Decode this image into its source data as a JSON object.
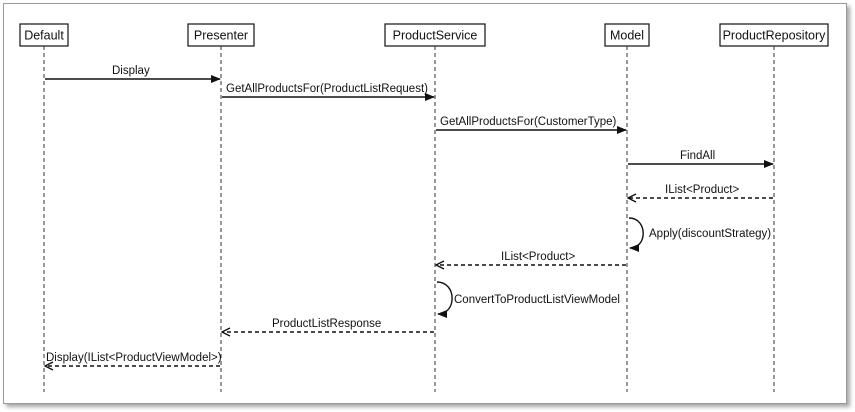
{
  "participants": [
    {
      "id": "default",
      "label": "Default"
    },
    {
      "id": "presenter",
      "label": "Presenter"
    },
    {
      "id": "productservice",
      "label": "ProductService"
    },
    {
      "id": "model",
      "label": "Model"
    },
    {
      "id": "productrepository",
      "label": "ProductRepository"
    }
  ],
  "messages": [
    {
      "id": "display",
      "label": "Display",
      "from": "default",
      "to": "presenter",
      "kind": "sync"
    },
    {
      "id": "getallproductsfor-request",
      "label": "GetAllProductsFor(ProductListRequest)",
      "from": "presenter",
      "to": "productservice",
      "kind": "sync"
    },
    {
      "id": "getallproductsfor-customertype",
      "label": "GetAllProductsFor(CustomerType)",
      "from": "productservice",
      "to": "model",
      "kind": "sync"
    },
    {
      "id": "findall",
      "label": "FindAll",
      "from": "model",
      "to": "productrepository",
      "kind": "sync"
    },
    {
      "id": "ilist-product-from-repository",
      "label": "IList<Product>",
      "from": "productrepository",
      "to": "model",
      "kind": "return"
    },
    {
      "id": "apply-discountstrategy",
      "label": "Apply(discountStrategy)",
      "from": "model",
      "to": "model",
      "kind": "self"
    },
    {
      "id": "ilist-product-from-model",
      "label": "IList<Product>",
      "from": "model",
      "to": "productservice",
      "kind": "return"
    },
    {
      "id": "converttoproductlistviewmodel",
      "label": "ConvertToProductListViewModel",
      "from": "productservice",
      "to": "productservice",
      "kind": "self"
    },
    {
      "id": "productlistresponse",
      "label": "ProductListResponse",
      "from": "productservice",
      "to": "presenter",
      "kind": "return"
    },
    {
      "id": "display-ilist-productviewmodel",
      "label": "Display(IList<ProductViewModel>)",
      "from": "presenter",
      "to": "default",
      "kind": "return"
    }
  ]
}
